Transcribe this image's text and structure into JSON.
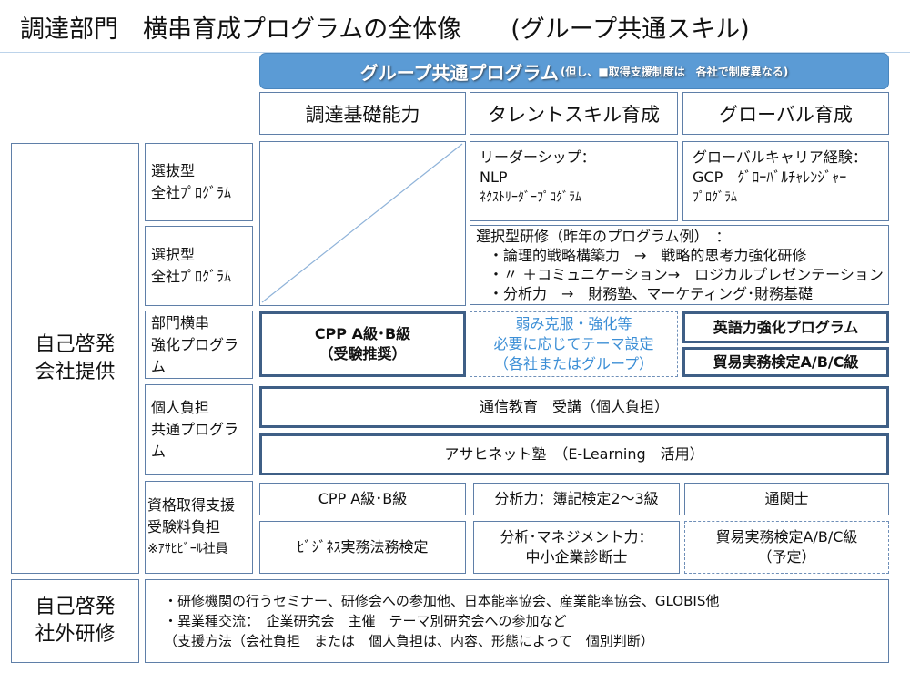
{
  "title": "調達部門　横串育成プログラムの全体像　　(グループ共通スキル)",
  "banner": {
    "main": "グループ共通プログラム",
    "note": "(但し、■取得支援制度は　各社で制度異なる)"
  },
  "columns": [
    "調達基礎能力",
    "タレントスキル育成",
    "グローバル育成"
  ],
  "left_group_1": [
    "自己啓発",
    "会社提供"
  ],
  "left_group_2": [
    "自己啓発",
    "社外研修"
  ],
  "row_labels": {
    "senbatsu": [
      "選抜型",
      "全社ﾌﾟﾛｸﾞﾗﾑ"
    ],
    "sentaku": [
      "選択型",
      "全社ﾌﾟﾛｸﾞﾗﾑ"
    ],
    "bumon": [
      "部門横串",
      "強化プログラム"
    ],
    "kojin": [
      "個人負担",
      "共通プログラム"
    ],
    "shikaku": [
      "資格取得支援",
      "受験料負担",
      "※ｱｻﾋﾋﾞｰﾙ社員"
    ]
  },
  "leadership": [
    "リーダーシップ：",
    "NLP",
    "ﾈｸｽﾄﾘｰﾀﾞｰﾌﾟﾛｸﾞﾗﾑ"
  ],
  "global": [
    "グローバルキャリア経験：",
    "GCP　ｸﾞﾛｰﾊﾞﾙﾁｬﾚﾝｼﾞｬｰ",
    "ﾌﾟﾛｸﾞﾗﾑ"
  ],
  "selective": [
    "選択型研修（昨年のプログラム例）　：",
    "・論理的戦略構築力　→　戦略的思考力強化研修",
    "・〃 ＋コミュニケーション→　ロジカルプレゼンテーション",
    "・分析力　→　財務塾、マーケティング･財務基礎"
  ],
  "cpp_bold": [
    "CPP A級･B級",
    "（受験推奨）"
  ],
  "weakness": [
    "弱み克服・強化等",
    "必要に応じてテーマ設定",
    "（各社またはグループ）"
  ],
  "english": "英語力強化プログラム",
  "trade_bold": "貿易実務検定A/B/C級",
  "tsushin": "通信教育　受講（個人負担）",
  "elearning": "アサヒネット塾　（E-Learning　活用）",
  "quals": [
    [
      "CPP A級･B級"
    ],
    [
      "分析力：簿記検定2～3級"
    ],
    [
      "通関士"
    ],
    [
      "ﾋﾞｼﾞﾈｽ実務法務検定"
    ],
    [
      "分析･マネジメント力：",
      "中小企業診断士"
    ],
    [
      "貿易実務検定A/B/C級",
      "（予定）"
    ]
  ],
  "external": [
    "・研修機関の行うセミナー、研修会への参加他、日本能率協会、産業能率協会、GLOBIS他",
    "・異業種交流：　企業研究会　主催　テーマ別研究会への参加など",
    "（支援方法（会社負担　または　個人負担は、内容、形態によって　個別判断）"
  ]
}
